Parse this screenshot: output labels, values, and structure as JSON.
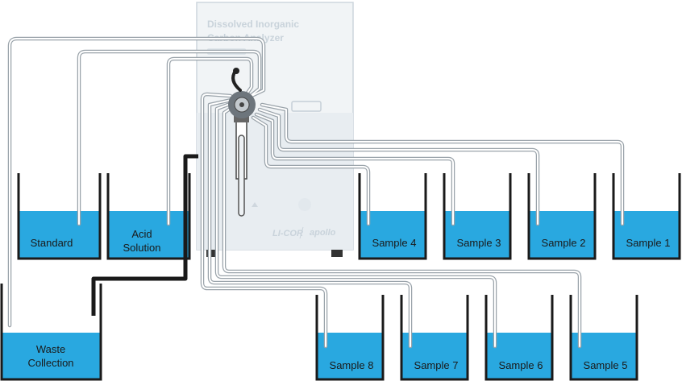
{
  "instrument": {
    "title_line1": "Dissolved Inorganic",
    "title_line2": "Carbon Analyzer",
    "brand": "LI-COR",
    "product": "apollo"
  },
  "containers": {
    "standard": "Standard",
    "acid_line1": "Acid",
    "acid_line2": "Solution",
    "waste_line1": "Waste",
    "waste_line2": "Collection",
    "sample_1": "Sample 1",
    "sample_2": "Sample 2",
    "sample_3": "Sample 3",
    "sample_4": "Sample 4",
    "sample_5": "Sample 5",
    "sample_6": "Sample 6",
    "sample_7": "Sample 7",
    "sample_8": "Sample 8"
  },
  "colors": {
    "liquid": "#29a8e0",
    "instrument_panel": "#f1f4f6",
    "tubing": "#9aa3aa",
    "drain_line": "#1a1a1a"
  }
}
